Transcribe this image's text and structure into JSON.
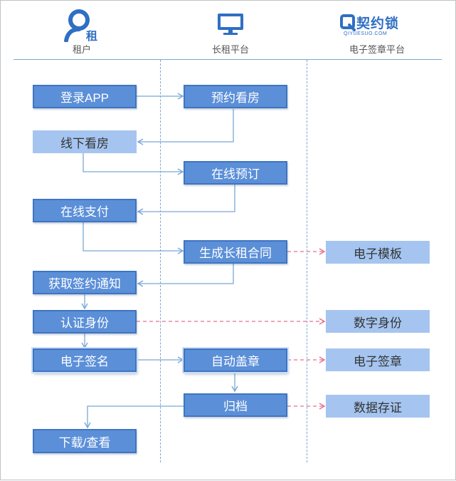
{
  "lanes": {
    "tenant": {
      "label": "租户",
      "icon_text": "租"
    },
    "platform": {
      "label": "长租平台"
    },
    "esign": {
      "label": "电子签章平台",
      "logo_text": "契约锁",
      "logo_sub": "QIYUESUO.COM"
    }
  },
  "steps": {
    "login_app": "登录APP",
    "book_viewing": "预约看房",
    "offline_viewing": "线下看房",
    "online_booking": "在线预订",
    "online_payment": "在线支付",
    "generate_contract": "生成长租合同",
    "e_template": "电子模板",
    "get_sign_notice": "获取签约通知",
    "verify_identity": "认证身份",
    "digital_identity": "数字身份",
    "e_signature": "电子签名",
    "auto_seal": "自动盖章",
    "e_seal": "电子签章",
    "archive": "归档",
    "data_evidence": "数据存证",
    "download_view": "下载/查看"
  },
  "colors": {
    "box_fill": "#5b8fd8",
    "box_light": "#a5c5f0",
    "flow_arrow": "#7aa7d6",
    "ext_arrow": "#e8708a",
    "divider": "#7aa7d6"
  }
}
